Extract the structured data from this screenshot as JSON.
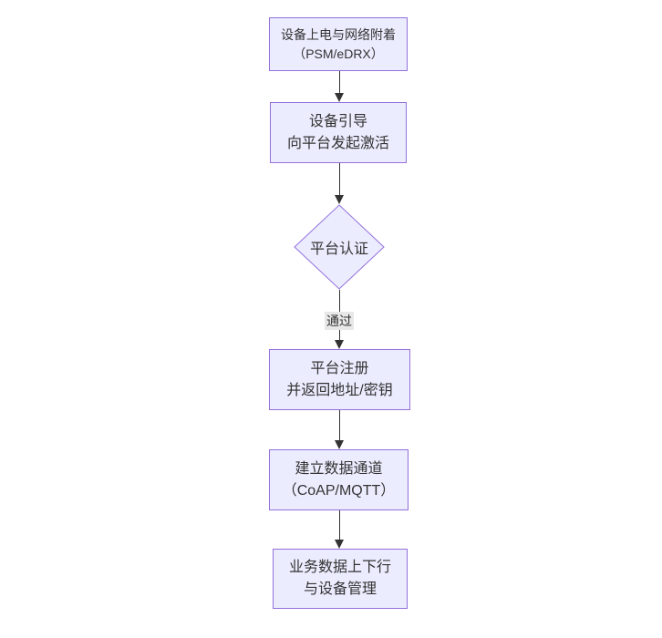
{
  "diagram": {
    "type": "flowchart",
    "direction": "top-down",
    "colors": {
      "canvas_bg": "#ffffff",
      "node_fill": "#ECECFF",
      "node_border": "#9370DB",
      "text_color": "#333333",
      "arrow_color": "#333333",
      "edge_label_bg": "#e8e8e8"
    },
    "nodes": [
      {
        "id": "power-attach",
        "shape": "rect",
        "lines": [
          "设备上电与网络附着",
          "（PSM/eDRX）"
        ]
      },
      {
        "id": "bootstrap",
        "shape": "rect",
        "lines": [
          "设备引导",
          "向平台发起激活"
        ]
      },
      {
        "id": "auth",
        "shape": "diamond",
        "lines": [
          "平台认证"
        ]
      },
      {
        "id": "register",
        "shape": "rect",
        "lines": [
          "平台注册",
          "并返回地址/密钥"
        ]
      },
      {
        "id": "data-channel",
        "shape": "rect",
        "lines": [
          "建立数据通道",
          "（CoAP/MQTT）"
        ]
      },
      {
        "id": "business-data",
        "shape": "rect",
        "lines": [
          "业务数据上下行",
          "与设备管理"
        ]
      }
    ],
    "edges": [
      {
        "from": "power-attach",
        "to": "bootstrap",
        "label": ""
      },
      {
        "from": "bootstrap",
        "to": "auth",
        "label": ""
      },
      {
        "from": "auth",
        "to": "register",
        "label": "通过"
      },
      {
        "from": "register",
        "to": "data-channel",
        "label": ""
      },
      {
        "from": "data-channel",
        "to": "business-data",
        "label": ""
      }
    ]
  }
}
